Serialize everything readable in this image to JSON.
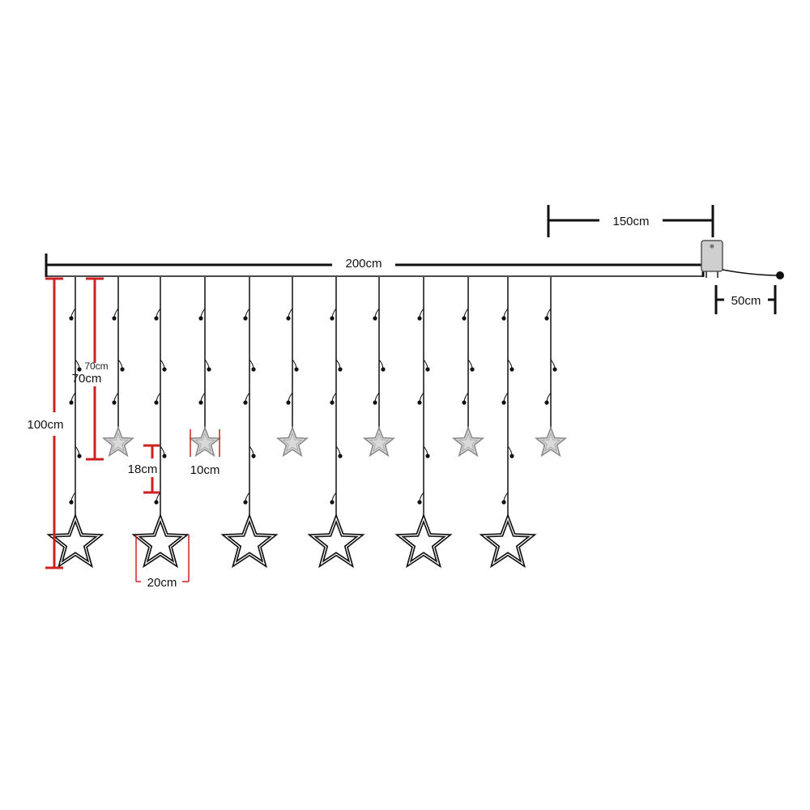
{
  "dimensions": {
    "total_width": "200cm",
    "lead_cable": "150cm",
    "plug_cable": "50cm",
    "long_drop": "100cm",
    "short_drop": "70cm",
    "short_drop_faint": "70cm",
    "small_star_gap": "18cm",
    "small_star_size": "10cm",
    "big_star_size": "20cm"
  },
  "colors": {
    "line": "#111111",
    "measure_red": "#cc2222",
    "small_star_fill": "#d9d9d9",
    "controller_fill": "#cfcfcf"
  },
  "strands": {
    "long_count": 6,
    "short_count": 6
  }
}
